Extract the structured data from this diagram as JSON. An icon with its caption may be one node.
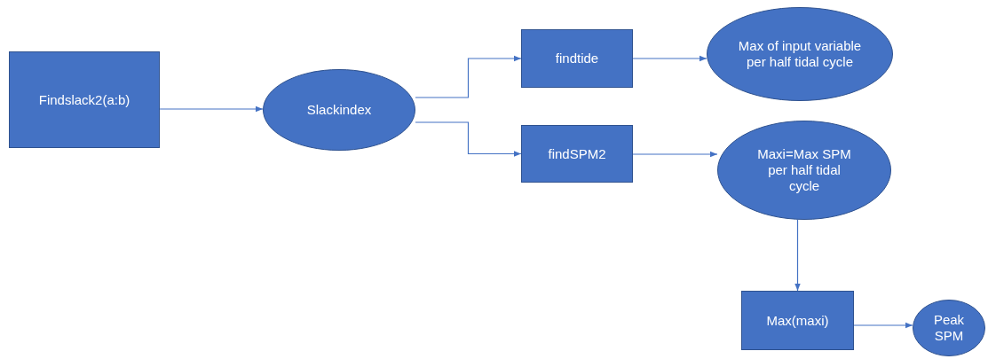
{
  "diagram": {
    "nodes": [
      {
        "text": [
          "Findslack2(a:b)"
        ]
      },
      {
        "text": [
          "Slackindex"
        ]
      },
      {
        "text": [
          "findtide"
        ]
      },
      {
        "text": [
          "findSPM2"
        ]
      },
      {
        "text": [
          "Max of input variable per half tidal cycle"
        ]
      },
      {
        "text": [
          "Maxi=Max SPM per half tidal cycle"
        ]
      },
      {
        "text": [
          "Max(maxi)"
        ]
      },
      {
        "text": [
          "Peak SPM"
        ]
      }
    ],
    "edges": [
      {
        "from": 0,
        "to": 1,
        "arrow": "to"
      },
      {
        "from": 1,
        "to": 2,
        "arrow": "to"
      },
      {
        "from": 1,
        "to": 3,
        "arrow": "to"
      },
      {
        "from": 2,
        "to": 4,
        "arrow": "to"
      },
      {
        "from": 3,
        "to": 5,
        "arrow": "to"
      },
      {
        "from": 5,
        "to": 6,
        "arrow": "to"
      },
      {
        "from": 6,
        "to": 7,
        "arrow": "to"
      }
    ]
  }
}
